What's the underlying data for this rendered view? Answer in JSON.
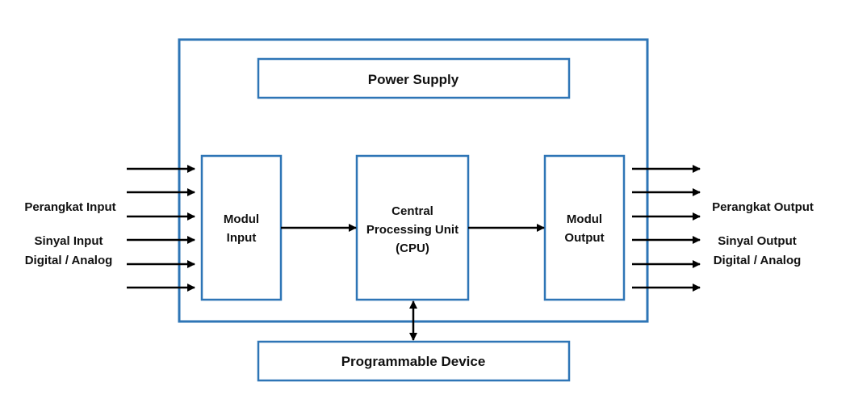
{
  "colors": {
    "border": "#2E75B6",
    "arrow": "#000000",
    "text": "#111111",
    "background": "#ffffff"
  },
  "blocks": {
    "power_supply": "Power Supply",
    "modul_input": [
      "Modul",
      "Input"
    ],
    "cpu": [
      "Central",
      "Processing Unit",
      "(CPU)"
    ],
    "modul_output": [
      "Modul",
      "Output"
    ],
    "programmable_device": "Programmable Device"
  },
  "left_labels": {
    "device": "Perangkat Input",
    "signal": [
      "Sinyal Input",
      "Digital / Analog"
    ]
  },
  "right_labels": {
    "device": "Perangkat Output",
    "signal": [
      "Sinyal Output",
      "Digital / Analog"
    ]
  }
}
